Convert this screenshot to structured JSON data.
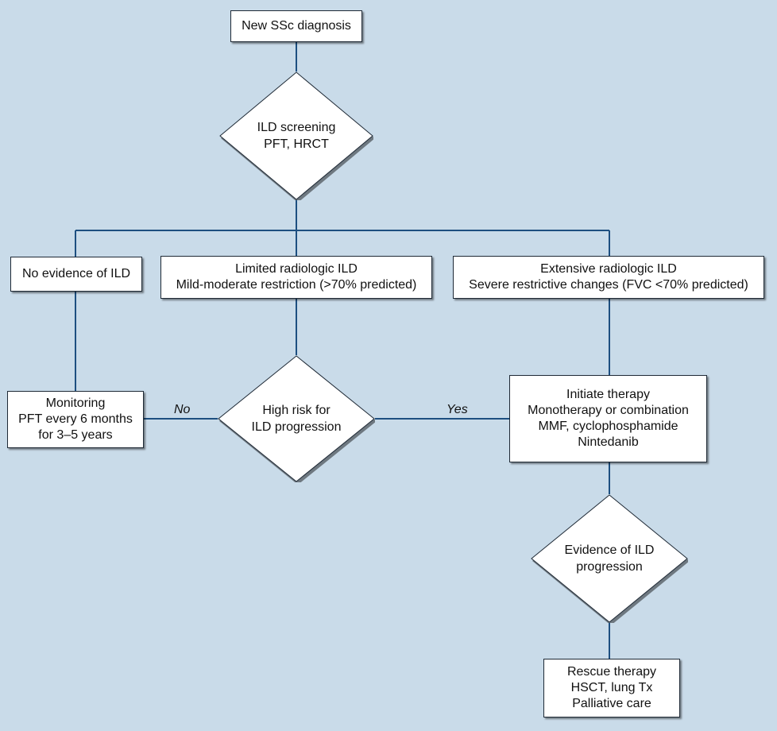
{
  "colors": {
    "background": "#c9dbe9",
    "connector": "#1d4f80",
    "box_fill": "#ffffff",
    "box_border": "#1f2a36"
  },
  "nodes": {
    "new_diagnosis": {
      "lines": [
        "New SSc diagnosis"
      ]
    },
    "ild_screening": {
      "lines": [
        "ILD screening",
        "PFT, HRCT"
      ]
    },
    "no_evidence": {
      "lines": [
        "No evidence of ILD"
      ]
    },
    "limited_ild": {
      "lines": [
        "Limited radiologic ILD",
        "Mild-moderate restriction (>70% predicted)"
      ]
    },
    "extensive_ild": {
      "lines": [
        "Extensive radiologic ILD",
        "Severe restrictive changes (FVC <70% predicted)"
      ]
    },
    "monitoring": {
      "lines": [
        "Monitoring",
        "PFT every 6 months",
        "for 3–5 years"
      ]
    },
    "high_risk": {
      "lines": [
        "High risk for",
        "ILD progression"
      ]
    },
    "initiate_therapy": {
      "lines": [
        "Initiate therapy",
        "Monotherapy or combination",
        "MMF, cyclophosphamide",
        "Nintedanib"
      ]
    },
    "evidence_progression": {
      "lines": [
        "Evidence of ILD",
        "progression"
      ]
    },
    "rescue_therapy": {
      "lines": [
        "Rescue therapy",
        "HSCT, lung Tx",
        "Palliative care"
      ]
    }
  },
  "edge_labels": {
    "no": "No",
    "yes": "Yes"
  }
}
